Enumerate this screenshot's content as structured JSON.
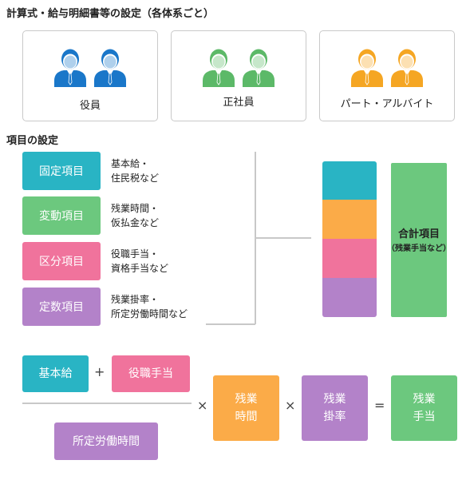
{
  "header": {
    "title": "計算式・給与明細書等の設定（各体系ごと）"
  },
  "categories": [
    {
      "label": "役員",
      "color": "#1a77c9"
    },
    {
      "label": "正社員",
      "color": "#5cb968"
    },
    {
      "label": "パート・アルバイト",
      "color": "#f5a623"
    }
  ],
  "items_section": {
    "title": "項目の設定"
  },
  "items": [
    {
      "label": "固定項目",
      "desc1": "基本給・",
      "desc2": "住民税など",
      "color": "#29b4c4"
    },
    {
      "label": "変動項目",
      "desc1": "残業時間・",
      "desc2": "仮払金など",
      "color": "#6cc87e"
    },
    {
      "label": "区分項目",
      "desc1": "役職手当・",
      "desc2": "資格手当など",
      "color": "#f0739c"
    },
    {
      "label": "定数項目",
      "desc1": "残業掛率・",
      "desc2": "所定労働時間など",
      "color": "#b382c9"
    }
  ],
  "stack_colors": [
    "#29b4c4",
    "#fbab48",
    "#f0739c",
    "#b382c9"
  ],
  "total": {
    "label": "合計項目",
    "sub": "（残業手当など）"
  },
  "formula": {
    "base": "基本給",
    "plus": "+",
    "allowance": "役職手当",
    "hours": "所定労働時間",
    "times1": "×",
    "overtime_hours_1": "残業",
    "overtime_hours_2": "時間",
    "times2": "×",
    "rate_1": "残業",
    "rate_2": "掛率",
    "equals": "=",
    "result_1": "残業",
    "result_2": "手当"
  }
}
